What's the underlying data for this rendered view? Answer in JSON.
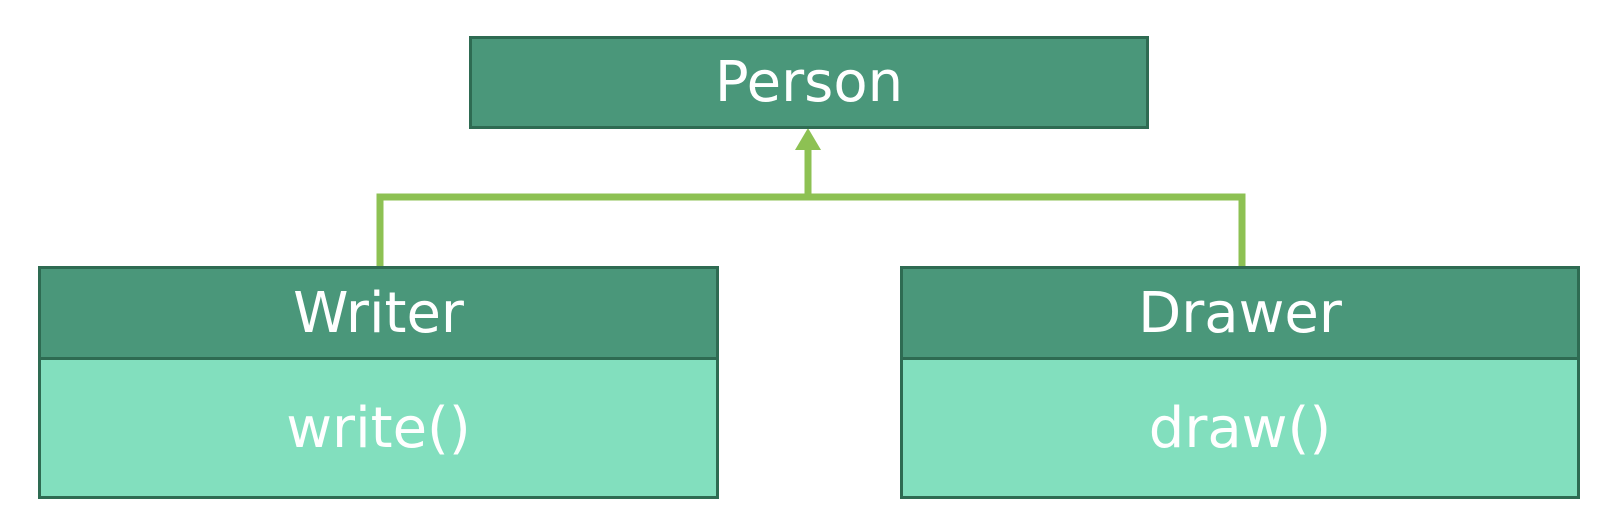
{
  "diagram": {
    "parent": {
      "name": "Person"
    },
    "children": [
      {
        "name": "Writer",
        "method": "write()"
      },
      {
        "name": "Drawer",
        "method": "draw()"
      }
    ],
    "colors": {
      "header_fill": "#4a977a",
      "body_fill": "#82dfbe",
      "border": "#2e6b52",
      "connector": "#8dc153",
      "text": "#ffffff"
    }
  }
}
